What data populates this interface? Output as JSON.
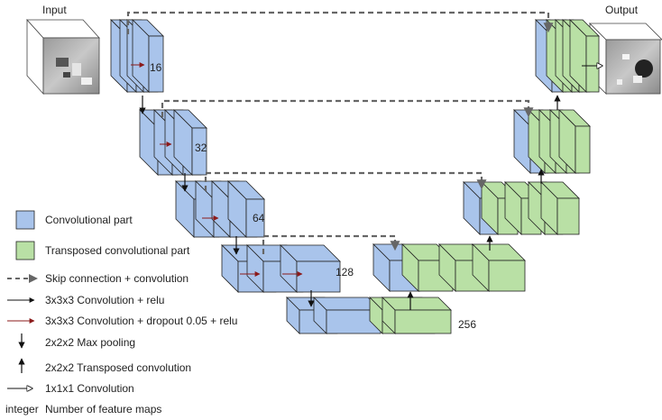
{
  "labels": {
    "input": "Input",
    "output": "Output"
  },
  "feature_maps": {
    "l1": "16",
    "l2": "32",
    "l3": "64",
    "l4": "128",
    "l5": "256"
  },
  "legend": {
    "conv_part": "Convolutional part",
    "tconv_part": "Transposed convolutional part",
    "skip": "Skip connection + convolution",
    "conv_relu": "3x3x3 Convolution + relu",
    "conv_dropout": "3x3x3 Convolution + dropout 0.05 + relu",
    "maxpool": "2x2x2 Max pooling",
    "tconv": "2x2x2 Transposed convolution",
    "conv1": "1x1x1 Convolution",
    "integer_key": "integer",
    "integer_desc": "Number of feature maps"
  },
  "colors": {
    "blue": "#a9c4eb",
    "green": "#b9e0a5",
    "stroke": "#222222",
    "skip": "#666666",
    "dropout_arrow": "#8b1a1a"
  }
}
